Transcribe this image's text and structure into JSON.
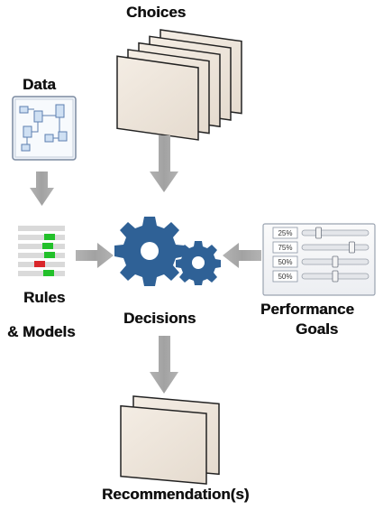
{
  "labels": {
    "choices": "Choices",
    "data": "Data",
    "rules_line1": "Rules",
    "rules_line2": "& Models",
    "decisions": "Decisions",
    "performance_line1": "Performance",
    "performance_line2": "Goals",
    "recommendation": "Recommendation(s)"
  },
  "goal_sliders": [
    {
      "label": "25%",
      "level": 0.25
    },
    {
      "label": "75%",
      "level": 0.75
    },
    {
      "label": "50%",
      "level": 0.5
    },
    {
      "label": "50%",
      "level": 0.5
    }
  ],
  "colors": {
    "arrow": "#a9a9a9",
    "gear": "#2f6196",
    "card": "#efe7dd",
    "rule_green": "#22c02a",
    "rule_red": "#d9262a"
  }
}
